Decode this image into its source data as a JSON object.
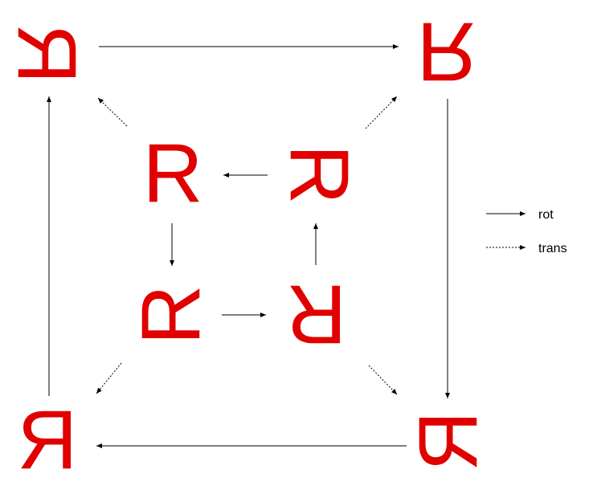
{
  "diagram": {
    "letter": "R",
    "letter_color": "#e00000",
    "line_color": "#000000",
    "legend": {
      "solid_label": "rot",
      "dotted_label": "trans"
    }
  }
}
